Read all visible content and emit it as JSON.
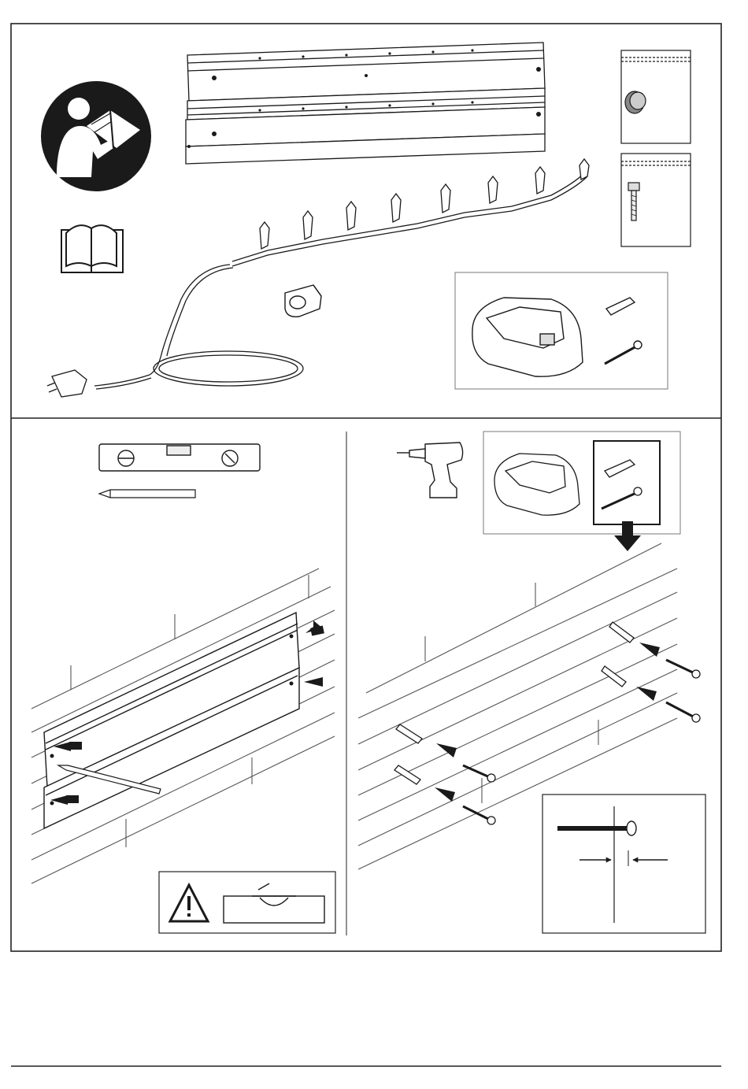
{
  "page": {
    "title": "",
    "sections": [
      {
        "name": "contents",
        "label": ""
      },
      {
        "name": "step-mark-and-level",
        "label": ""
      },
      {
        "name": "step-drill-and-fix",
        "label": ""
      }
    ]
  },
  "icons": [
    "read-manual-icon",
    "instruction-book-icon",
    "wall-rail-icon",
    "socket-cable-icon",
    "cable-clip-icon",
    "rubber-cap-bag-icon",
    "screw-bag-icon",
    "charger-kit-icon",
    "spirit-level-icon",
    "pencil-icon",
    "drill-icon",
    "warning-icon",
    "level-bubble-icon",
    "screw-depth-icon"
  ],
  "colors": {
    "ink": "#1a1a1a",
    "paper": "#ffffff",
    "frame": "#222222"
  }
}
